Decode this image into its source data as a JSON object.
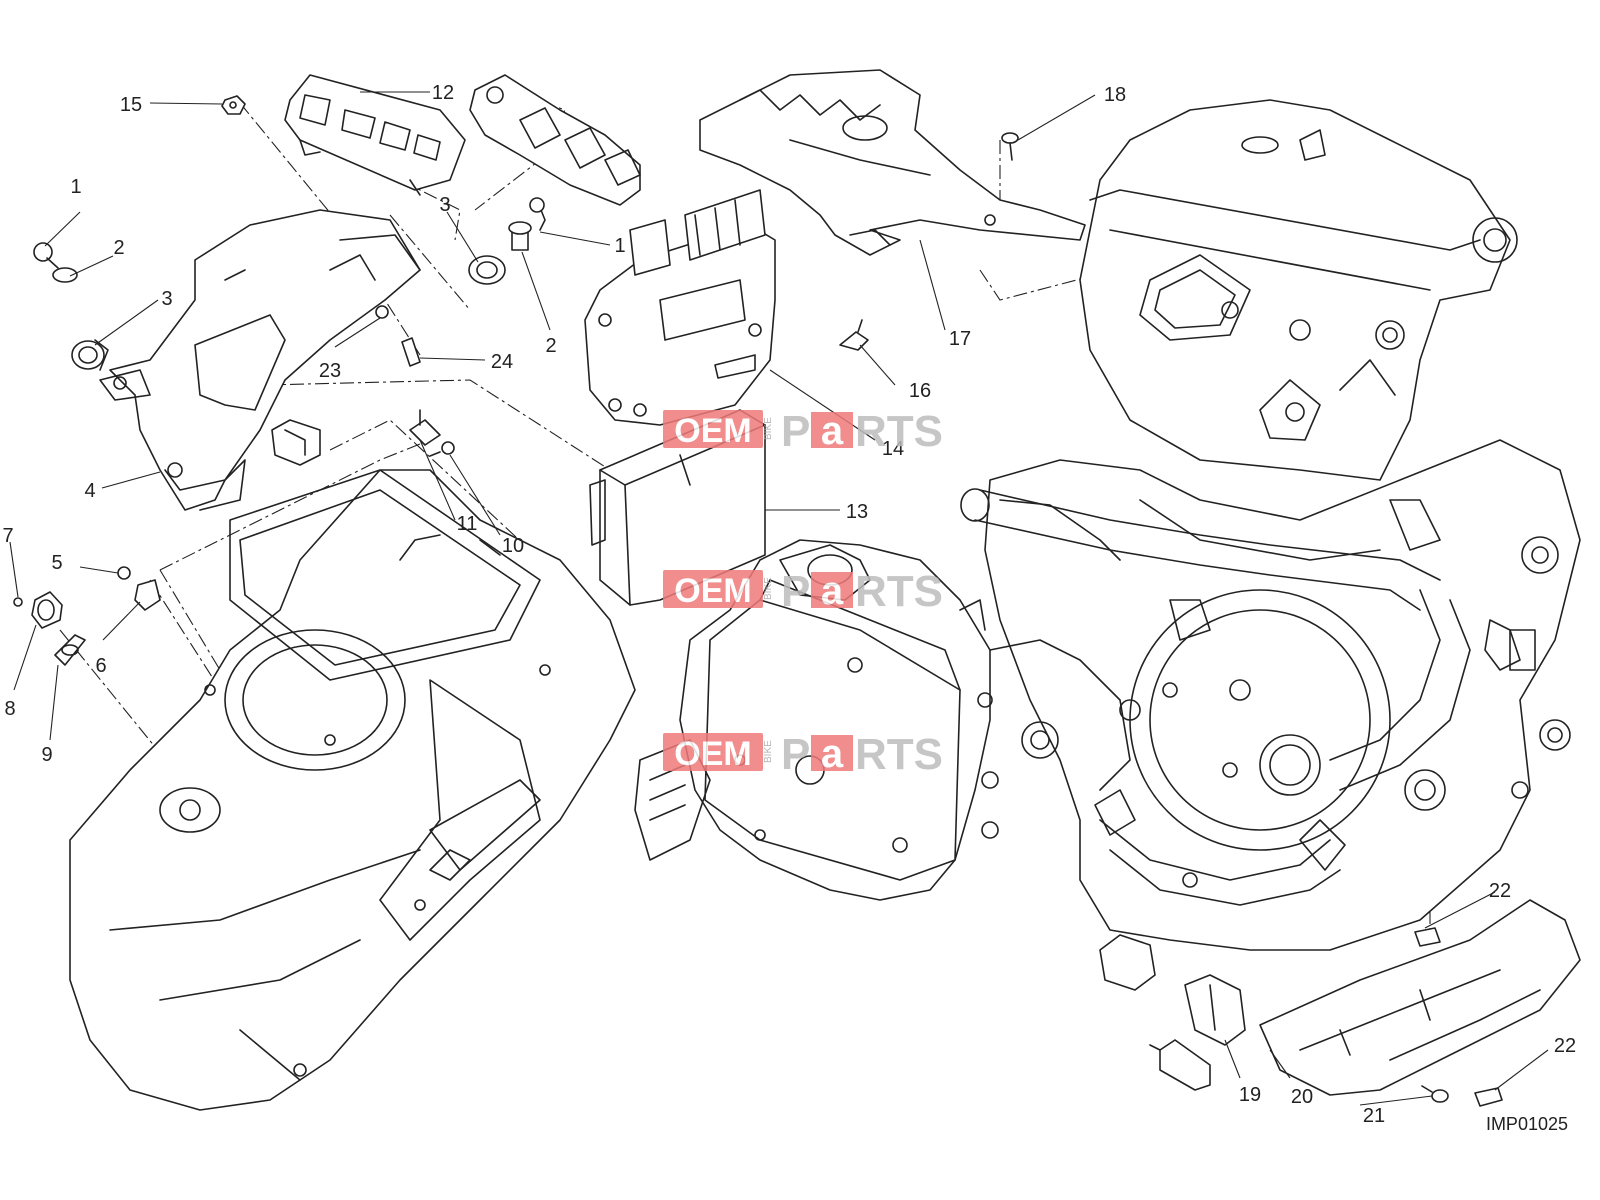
{
  "diagram": {
    "reference_code": "IMP01025",
    "callouts": [
      "1",
      "2",
      "3",
      "1",
      "2",
      "3",
      "4",
      "5",
      "6",
      "7",
      "8",
      "9",
      "10",
      "11",
      "12",
      "13",
      "14",
      "15",
      "16",
      "17",
      "18",
      "19",
      "20",
      "21",
      "22",
      "22",
      "23",
      "24"
    ]
  },
  "watermark": {
    "oem": "OEM",
    "bike": "BIKE",
    "p": "P",
    "a": "a",
    "rts": "RTS",
    "colors": {
      "red": "#f07a7a",
      "gray": "#bdbdbd"
    }
  }
}
